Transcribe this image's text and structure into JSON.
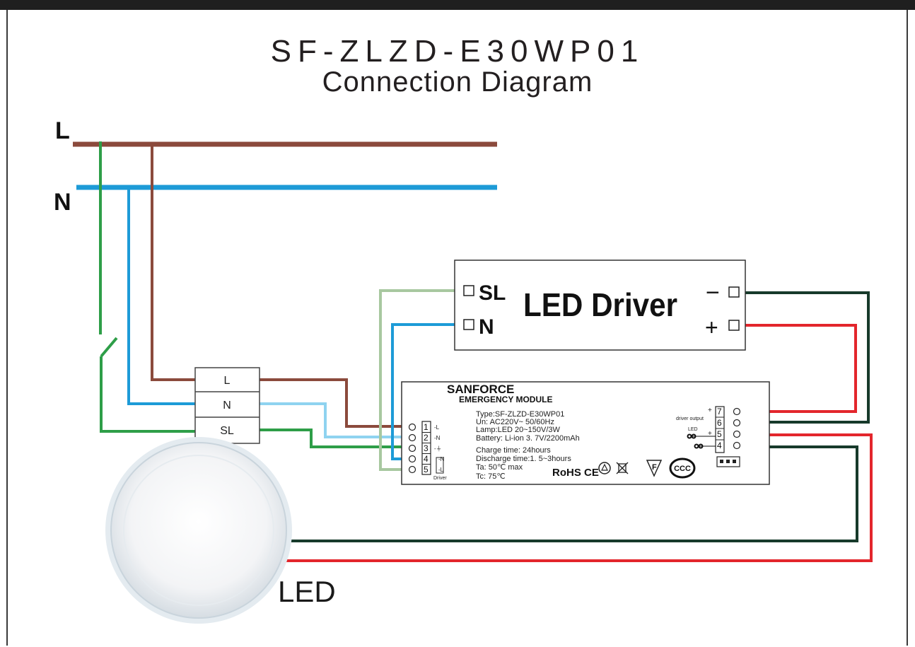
{
  "title": {
    "model": "SF-ZLZD-E30WP01",
    "subtitle": "Connection Diagram"
  },
  "mains": {
    "live_label": "L",
    "neutral_label": "N"
  },
  "colors": {
    "live": "#8b4a3c",
    "neutral": "#1d9bd7",
    "switched_live": "#2e9e48",
    "driver_sl_wire": "#a8c8a0",
    "light_neutral": "#8fd3f0",
    "led_negative": "#173a2b",
    "led_positive": "#e3262c"
  },
  "terminal_block": {
    "labels": [
      "L",
      "N",
      "SL"
    ]
  },
  "led_driver": {
    "title": "LED Driver",
    "sl_label": "SL",
    "n_label": "N",
    "minus_label": "−",
    "plus_label": "+"
  },
  "emergency_module": {
    "brand": "SANFORCE",
    "product": "EMERGENCY  MODULE",
    "specs": [
      "Type:SF-ZLZD-E30WP01",
      "Un: AC220V~ 50/60Hz",
      "Lamp:LED  20~150V/3W",
      "Battery: Li-ion  3. 7V/2200mAh",
      "Charge time: 24hours",
      "Discharge time:1. 5~3hours",
      "Ta: 50℃ max",
      "Tc: 75℃"
    ],
    "marks": "RoHS CE",
    "ccc_label": "CCC",
    "f_label": "F",
    "left_terminals": [
      {
        "num": "1",
        "label": "L"
      },
      {
        "num": "2",
        "label": "N"
      },
      {
        "num": "3",
        "label": "⏚"
      },
      {
        "num": "4",
        "label": "N"
      },
      {
        "num": "5",
        "label": "L"
      }
    ],
    "driver_caption": "Driver",
    "right_terminals": [
      "7",
      "6",
      "5",
      "4"
    ],
    "driver_output_label": "driver output",
    "led_label": "LED",
    "plus_sign": "+",
    "minus_sign": "−"
  },
  "lamp": {
    "label": "LED"
  }
}
